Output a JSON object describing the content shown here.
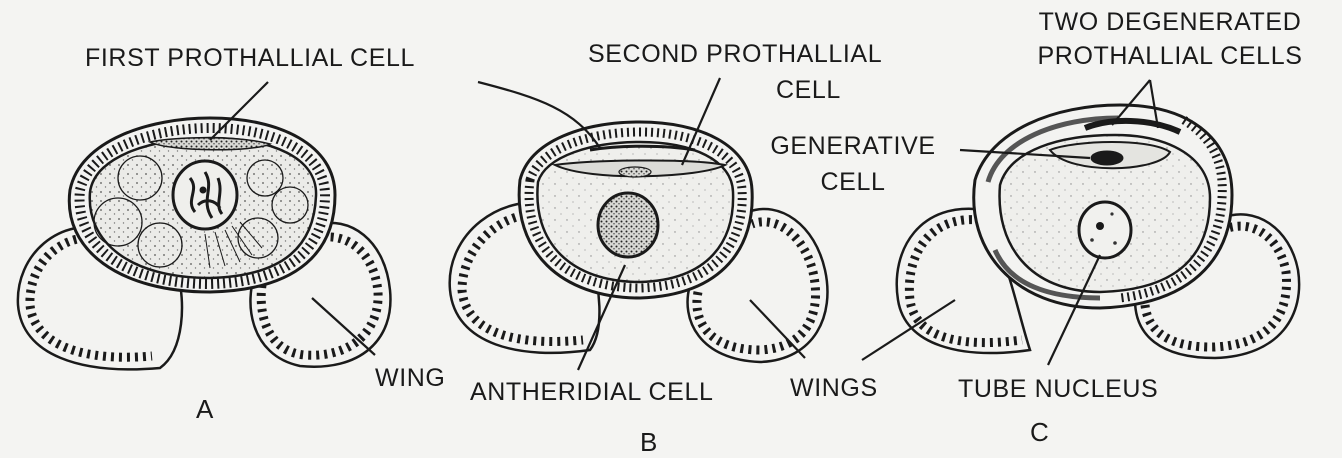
{
  "figure_a": {
    "letter": "A",
    "label_first_prothallial": "FIRST PROTHALLIAL CELL",
    "label_wing": "WING"
  },
  "figure_b": {
    "letter": "B",
    "label_second_prothallial_line1": "SECOND PROTHALLIAL",
    "label_second_prothallial_line2": "CELL",
    "label_antheridial": "ANTHERIDIAL CELL",
    "label_wings": "WINGS"
  },
  "figure_c": {
    "letter": "C",
    "label_degenerated_line1": "TWO DEGENERATED",
    "label_degenerated_line2": "PROTHALLIAL CELLS",
    "label_generative_line1": "GENERATIVE",
    "label_generative_line2": "CELL",
    "label_tube_nucleus": "TUBE NUCLEUS"
  },
  "colors": {
    "ink": "#1a1a1a",
    "paper": "#f4f4f2",
    "cell_fill": "#ececea"
  }
}
